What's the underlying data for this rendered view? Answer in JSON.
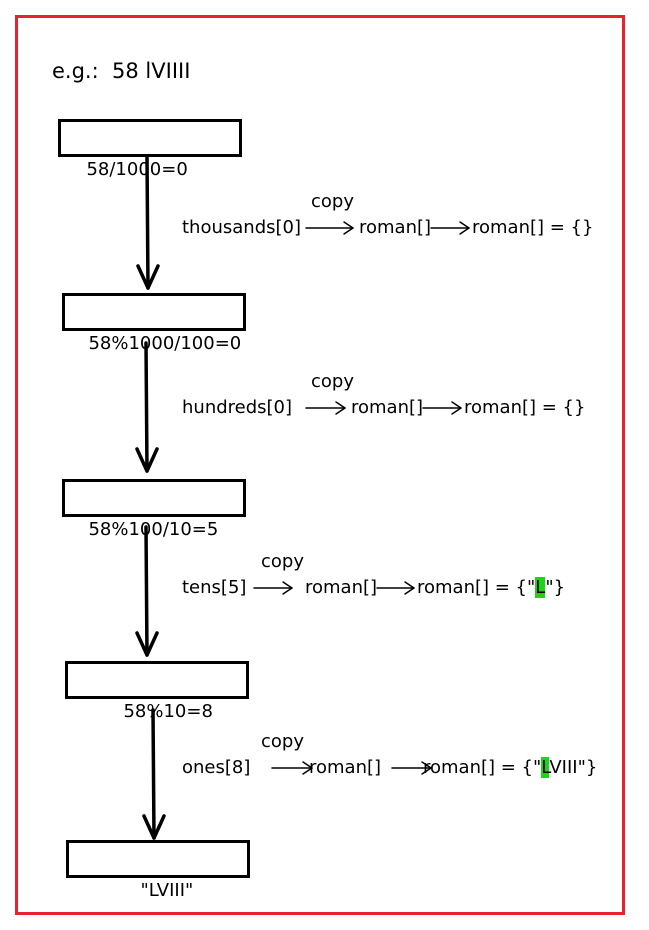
{
  "title": "e.g.:  58 lVIIII",
  "colors": {
    "frame": "#e8222f",
    "highlight": "#22d11e",
    "line": "#000000"
  },
  "steps": [
    {
      "box": "58/1000=0",
      "var": "thousands[0]",
      "copy": "copy",
      "roman": "roman[]",
      "result_prefix": "roman[] = {}",
      "result_hl": "",
      "result_suffix": ""
    },
    {
      "box": "58%1000/100=0",
      "var": "hundreds[0]",
      "copy": "copy",
      "roman": "roman[]",
      "result_prefix": "roman[] = {}",
      "result_hl": "",
      "result_suffix": ""
    },
    {
      "box": "58%100/10=5",
      "var": "tens[5]",
      "copy": "copy",
      "roman": "roman[]",
      "result_prefix": "roman[] = {\"",
      "result_hl": "L",
      "result_suffix": "\"}"
    },
    {
      "box": "58%10=8",
      "var": "ones[8]",
      "copy": "copy",
      "roman": "roman[]",
      "result_prefix": "roman[] = {\"",
      "result_hl": "L",
      "result_suffix": "VIII\"}"
    }
  ],
  "final_box": "\"LVIII\""
}
